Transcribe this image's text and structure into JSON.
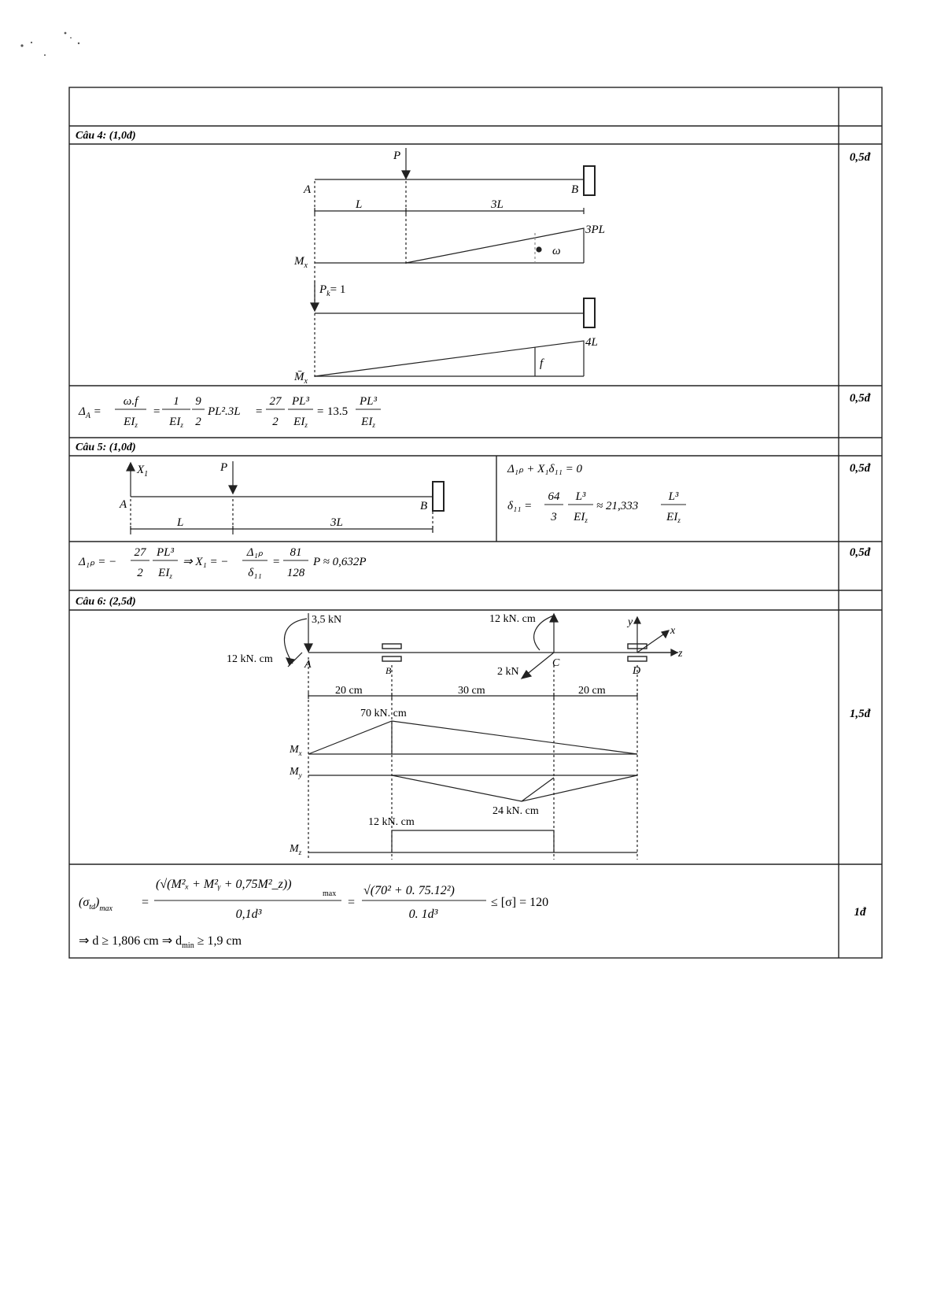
{
  "q4": {
    "label": "Câu 4: (1,0đ)",
    "points_a": "0,5đ",
    "points_b": "0,5đ",
    "diagram": {
      "P": "P",
      "A": "A",
      "B": "B",
      "L": "L",
      "three_L": "3L",
      "three_PL": "3PL",
      "omega": "ω",
      "Mx": "M",
      "Mx_sub": "x",
      "Pk_eq": "= 1",
      "Pk": "P",
      "Pk_sub": "k",
      "four_L": "4L",
      "f": "f",
      "Mbar": "M̄",
      "Mbar_sub": "x"
    },
    "formula": {
      "lhs": "Δ",
      "lhs_sub": "A",
      "f1_num": "ω.f",
      "f1_den": "EI",
      "f2_num": "1",
      "f2_den": "EI",
      "f3_num": "9",
      "f3_den": "2",
      "mid": "PL².3L",
      "f4_num": "27",
      "f4_den": "2",
      "f5_num": "PL³",
      "f5_den": "EI",
      "coef": "13.5",
      "f6_num": "PL³",
      "f6_den": "EI",
      "sub_z": "z"
    }
  },
  "q5": {
    "label": "Câu 5: (1,0đ)",
    "points_a": "0,5đ",
    "points_b": "0,5đ",
    "diagram": {
      "X1": "X",
      "X1_sub": "1",
      "P": "P",
      "A": "A",
      "B": "B",
      "L": "L",
      "three_L": "3L"
    },
    "eq1": "Δ₁ₚ + X₁δ₁₁ = 0",
    "eq2_lhs": "δ₁₁ =",
    "eq2_f1_num": "64",
    "eq2_f1_den": "3",
    "eq2_f2_num": "L³",
    "eq2_f2_den": "EI",
    "eq2_approx": "≈ 21,333",
    "eq2_f3_num": "L³",
    "eq2_f3_den": "EI",
    "sub_z": "z",
    "row2_lhs": "Δ₁ₚ = −",
    "row2_f1_num": "27",
    "row2_f1_den": "2",
    "row2_f2_num": "PL³",
    "row2_f2_den": "EI",
    "row2_mid": "⇒ X₁ = −",
    "row2_f3_num": "Δ₁ₚ",
    "row2_f3_den": "δ₁₁",
    "row2_eq": "=",
    "row2_f4_num": "81",
    "row2_f4_den": "128",
    "row2_end": "P ≈ 0,632P"
  },
  "q6": {
    "label": "Câu 6: (2,5đ)",
    "points_a": "1,5đ",
    "points_b": "1đ",
    "diagram": {
      "force_a": "3,5 kN",
      "moment_a": "12 kN. cm",
      "moment_c": "12 kN. cm",
      "force_c": "2 kN",
      "A": "A",
      "B": "B",
      "C": "C",
      "D": "D",
      "x": "x",
      "y": "y",
      "z": "z",
      "d1": "20 cm",
      "d2": "30 cm",
      "d3": "20 cm",
      "mx_peak": "70 kN. cm",
      "my_peak": "24 kN. cm",
      "mz_val": "12 kN. cm",
      "Mx": "M",
      "Mx_sub": "x",
      "My": "M",
      "My_sub": "y",
      "Mz": "M",
      "Mz_sub": "z"
    },
    "formula": {
      "lhs": "(σ",
      "lhs_sub": "td",
      "lhs_close": ")",
      "lhs_max": "max",
      "eq": "=",
      "num1": "(√(M²ₓ + M²ᵧ + 0,75M²_z))",
      "num1_sub": "max",
      "den1": "0,1d³",
      "num2": "√(70² + 0. 75.12²)",
      "den2": "0. 1d³",
      "tail": "≤ [σ] = 120",
      "line2": "⇒ d ≥ 1,806 cm ⇒ d",
      "line2_sub": "min",
      "line2_end": "≥ 1,9 cm"
    }
  }
}
